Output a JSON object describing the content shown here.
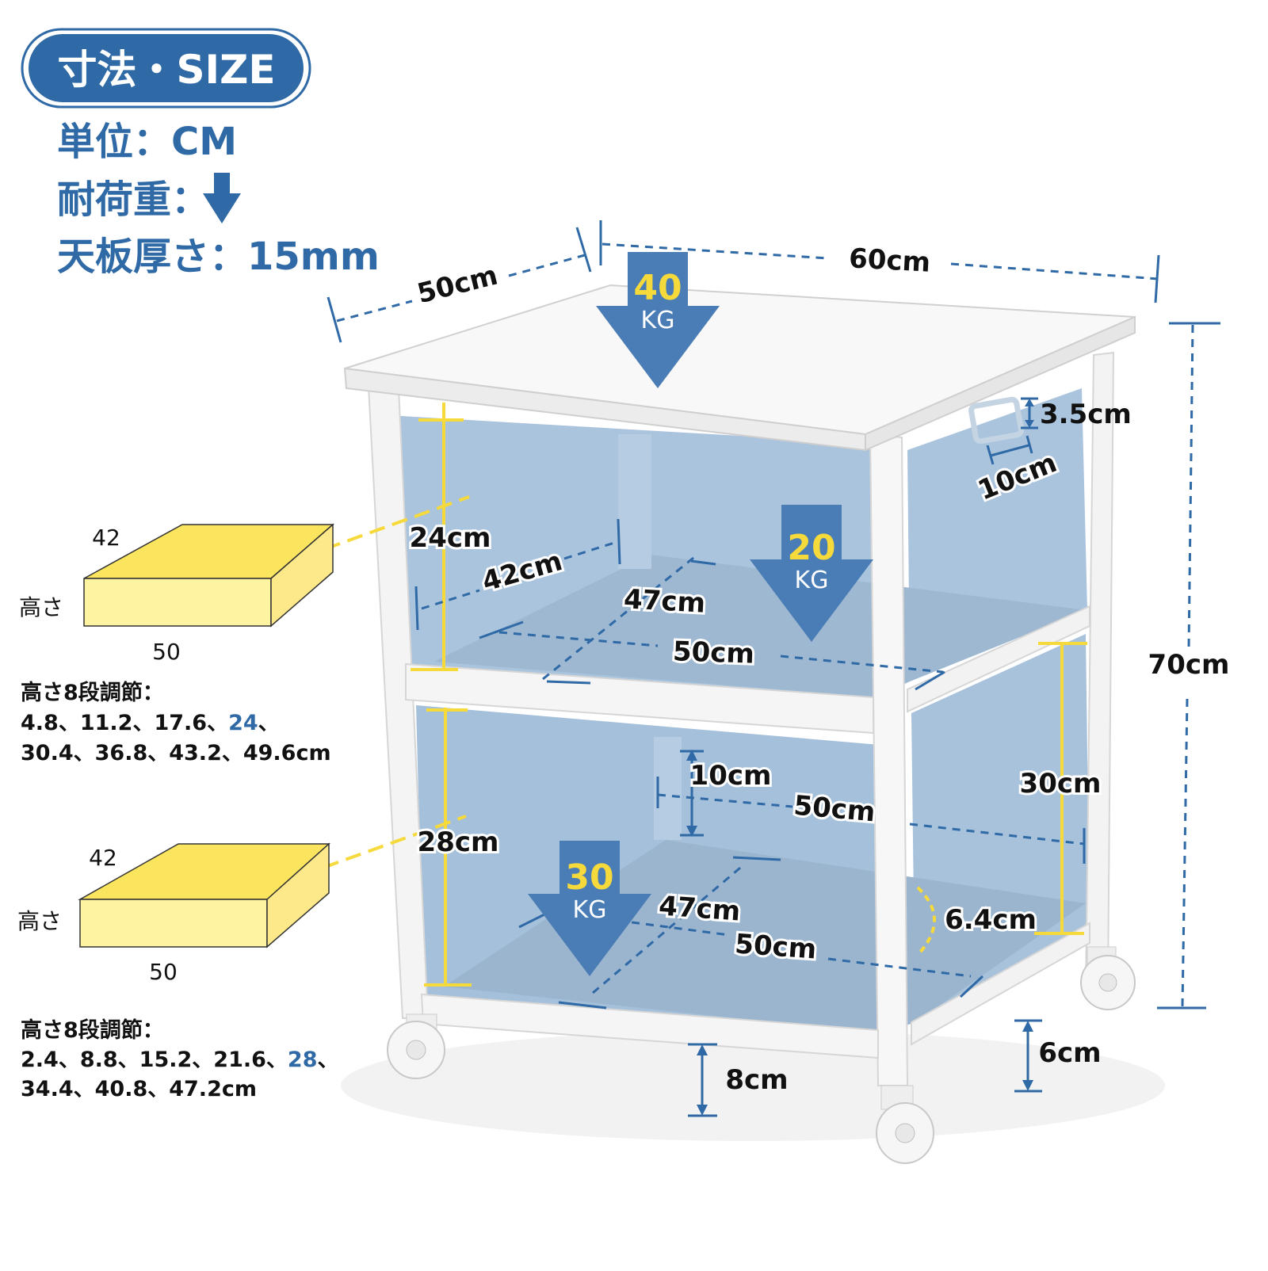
{
  "header": {
    "badge": "寸法・SIZE",
    "unit": "単位：CM",
    "load_label": "耐荷重：",
    "top_thickness": "天板厚さ：15mm"
  },
  "colors": {
    "brand_blue": "#2f6aa6",
    "arrow_blue": "#4a7db5",
    "accent_yellow": "#f6d93a",
    "box_yellow": "#fdf3a0",
    "panel_blue": "#aac4de"
  },
  "icons": {
    "load": "down-arrow-icon"
  },
  "dimensions": {
    "depth": "50cm",
    "width": "60cm",
    "height": "70cm",
    "handle_height": "3.5cm",
    "handle_width": "10cm",
    "upper_height": "24cm",
    "upper_depth": "42cm",
    "upper_inner": "47cm",
    "upper_width": "50cm",
    "lower_gap": "10cm",
    "lower_back": "50cm",
    "right_height": "30cm",
    "lower_height": "28cm",
    "lower_inner": "47cm",
    "lower_width": "50cm",
    "side_gap": "6.4cm",
    "bottom_clear": "8cm",
    "side_clear": "6cm"
  },
  "loads": [
    {
      "value": "40",
      "unit": "KG"
    },
    {
      "value": "20",
      "unit": "KG"
    },
    {
      "value": "30",
      "unit": "KG"
    }
  ],
  "boxes": [
    {
      "depth": "42",
      "height_label": "高さ",
      "width": "50",
      "adjust_title": "高さ8段調節：",
      "line1_pre": "4.8、11.2、17.6、",
      "line1_hl": "24",
      "line1_post": "、",
      "line2": "30.4、36.8、43.2、49.6cm"
    },
    {
      "depth": "42",
      "height_label": "高さ",
      "width": "50",
      "adjust_title": "高さ8段調節：",
      "line1_pre": "2.4、8.8、15.2、21.6、",
      "line1_hl": "28",
      "line1_post": "、",
      "line2": "34.4、40.8、47.2cm"
    }
  ]
}
